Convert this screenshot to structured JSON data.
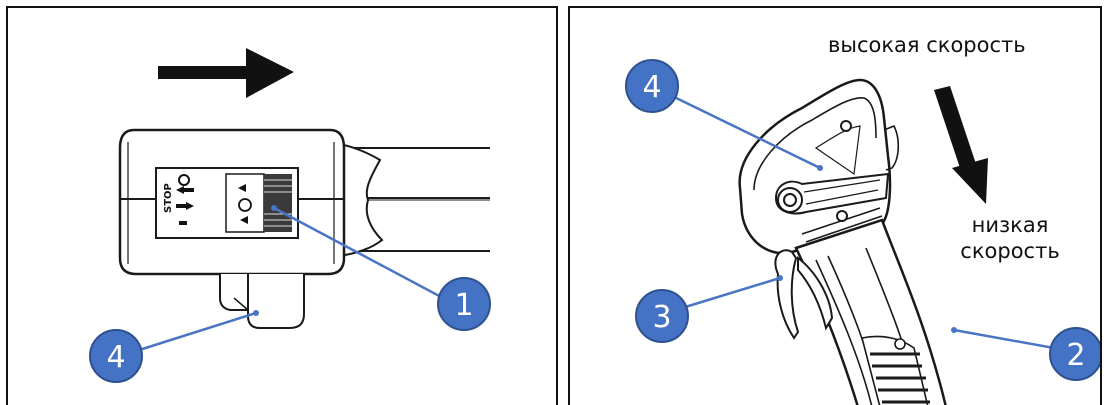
{
  "left_panel": {
    "stop_label": "STOP",
    "callouts": [
      "1",
      "4"
    ]
  },
  "right_panel": {
    "high_speed_label": "высокая скорость",
    "low_speed_label_line1": "низкая",
    "low_speed_label_line2": "скорость",
    "callouts": [
      "4",
      "3",
      "2"
    ]
  },
  "colors": {
    "callout_fill": "#4472c4",
    "callout_stroke": "#2f528f",
    "leader_line": "#4a74c4",
    "drawing": "#1a1a1a"
  }
}
